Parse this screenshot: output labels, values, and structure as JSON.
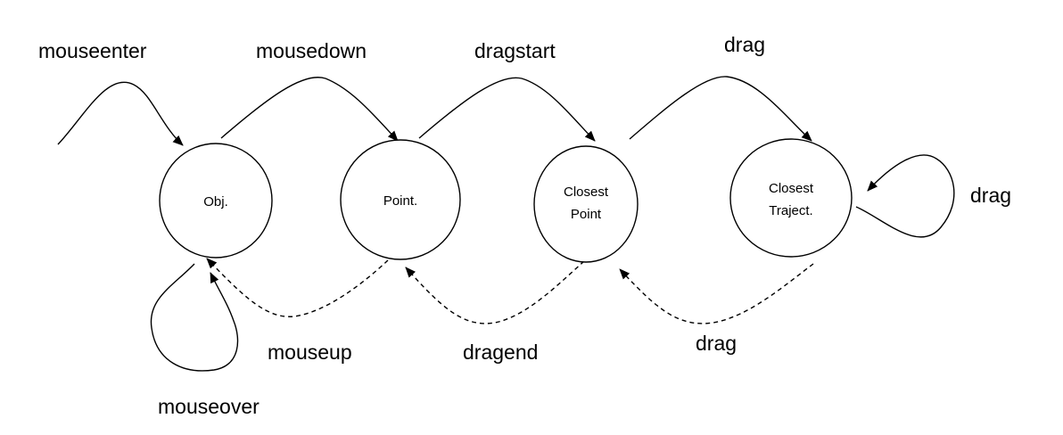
{
  "diagram": {
    "nodes": {
      "obj": {
        "label_lines": [
          "Obj."
        ]
      },
      "point": {
        "label_lines": [
          "Point."
        ]
      },
      "closest_point": {
        "label_lines": [
          "Closest",
          "Point"
        ]
      },
      "closest_traject": {
        "label_lines": [
          "Closest",
          "Traject."
        ]
      }
    },
    "edges": {
      "mouseenter": {
        "label": "mouseenter",
        "style": "solid"
      },
      "mousedown": {
        "label": "mousedown",
        "style": "solid"
      },
      "dragstart": {
        "label": "dragstart",
        "style": "solid"
      },
      "drag_forward": {
        "label": "drag",
        "style": "solid"
      },
      "drag_self": {
        "label": "drag",
        "style": "solid"
      },
      "mouseover_self": {
        "label": "mouseover",
        "style": "solid"
      },
      "mouseup": {
        "label": "mouseup",
        "style": "dashed"
      },
      "dragend": {
        "label": "dragend",
        "style": "dashed"
      },
      "drag_back": {
        "label": "drag",
        "style": "dashed"
      }
    }
  }
}
